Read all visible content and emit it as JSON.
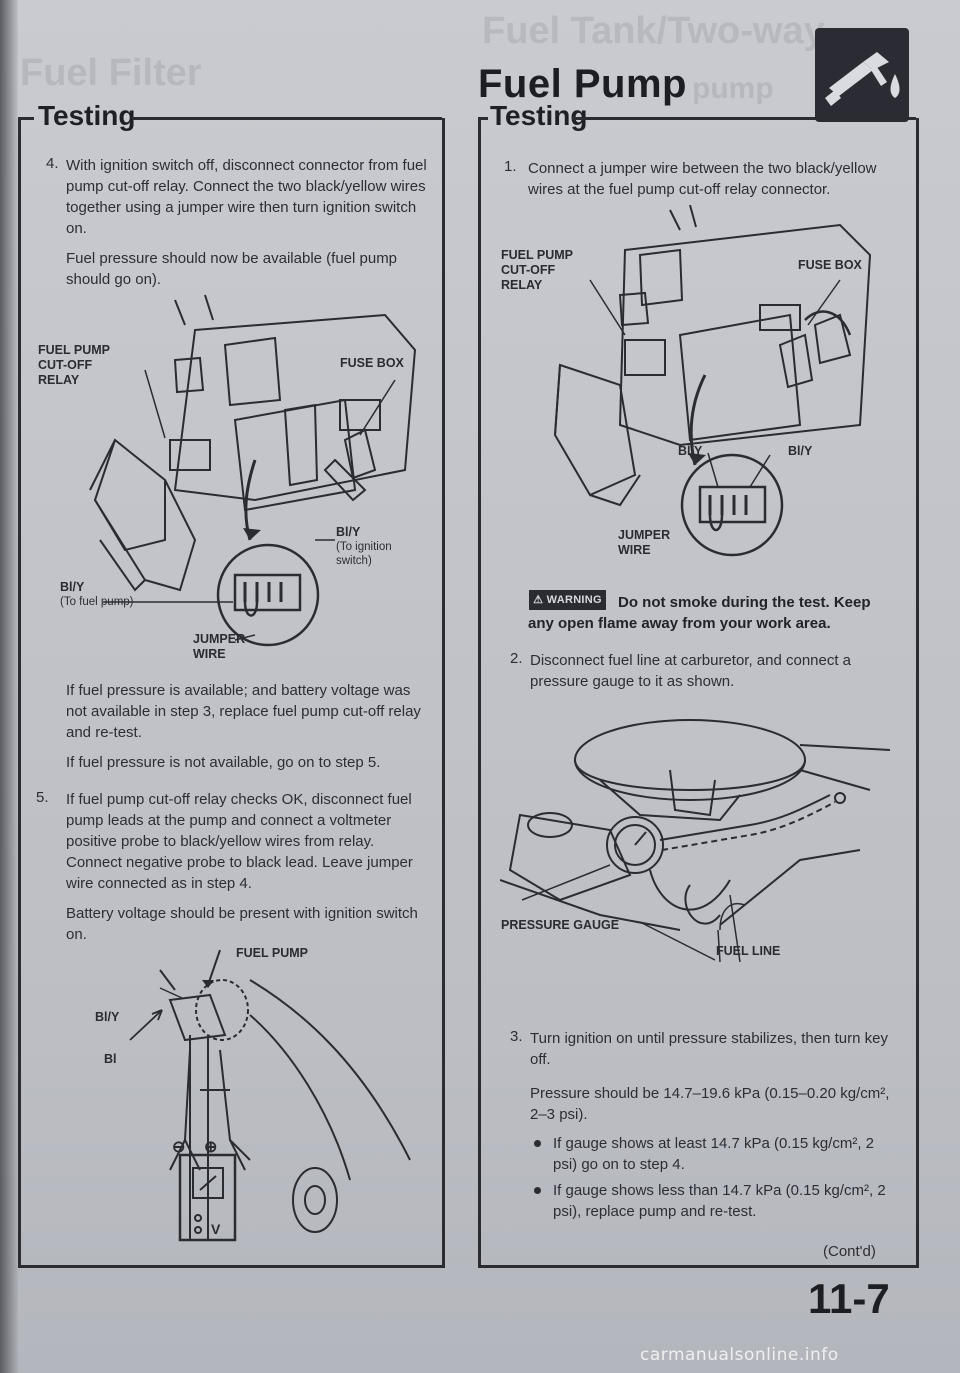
{
  "header": {
    "title": "Fuel Pump",
    "icon": "fuel-nozzle-icon"
  },
  "ghost_text": {
    "left": "Fuel Filter",
    "right": "Fuel Tank/Two-way",
    "right2": "pump"
  },
  "left_section": {
    "heading": "Testing",
    "step4_number": "4.",
    "step4_text": "With ignition switch off, disconnect connector from fuel pump cut-off relay. Connect the two black/yellow wires together using a jumper wire then turn ignition switch on.",
    "step4_result": "Fuel pressure should now be available (fuel pump should go on).",
    "fig1_labels": {
      "relay": "FUEL PUMP\nCUT-OFF\nRELAY",
      "fuse_box": "FUSE BOX",
      "bly_ign": "Bl/Y",
      "bly_ign_sub": "(To ignition\nswitch)",
      "bly_pump": "Bl/Y",
      "bly_pump_sub": "(To fuel pump)",
      "jumper": "JUMPER\nWIRE"
    },
    "para_a": "If fuel pressure is available; and battery voltage was not available in step 3, replace fuel pump cut-off relay and re-test.",
    "para_b": "If fuel pressure is not available, go on to step 5.",
    "step5_number": "5.",
    "step5_text": "If fuel pump cut-off relay checks OK, disconnect fuel pump leads at the pump and connect a voltmeter positive probe to black/yellow wires from relay. Connect negative probe to black lead. Leave jumper wire connected as in step 4.",
    "step5_result": "Battery voltage should be present with ignition switch on.",
    "fig3_labels": {
      "fuel_pump": "FUEL PUMP",
      "bly": "Bl/Y",
      "bl": "Bl",
      "minus": "⊖",
      "plus": "⊕",
      "v": "V"
    }
  },
  "right_section": {
    "heading": "Testing",
    "step1_number": "1.",
    "step1_text": "Connect a jumper wire between the two black/yellow wires at the fuel pump cut-off relay connector.",
    "fig2_labels": {
      "relay": "FUEL PUMP\nCUT-OFF\nRELAY",
      "fuse_box": "FUSE BOX",
      "bly_left": "Bl/Y",
      "bly_right": "Bl/Y",
      "jumper": "JUMPER\nWIRE"
    },
    "warning_badge": "WARNING",
    "warning_text": "Do not smoke during the test. Keep any open flame away from your work area.",
    "step2_number": "2.",
    "step2_text": "Disconnect fuel line at carburetor, and connect a pressure gauge to it as shown.",
    "fig4_labels": {
      "gauge": "PRESSURE GAUGE",
      "fuel_line": "FUEL LINE"
    },
    "step3_number": "3.",
    "step3_text": "Turn ignition on until pressure stabilizes, then turn key off.",
    "step3_result": "Pressure should be 14.7–19.6 kPa (0.15–0.20 kg/cm², 2–3 psi).",
    "bullet1": "If gauge shows at least 14.7 kPa (0.15 kg/cm², 2 psi) go on to step 4.",
    "bullet2": "If gauge shows less than 14.7 kPa (0.15 kg/cm², 2 psi), replace pump and re-test.",
    "contd": "(Cont'd)"
  },
  "footer": {
    "page_number": "11-7",
    "watermark": "carmanualsonline.info"
  }
}
